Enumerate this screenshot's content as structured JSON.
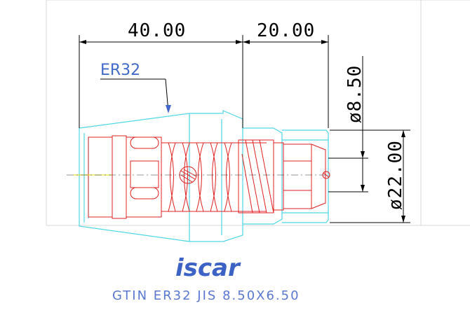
{
  "drawing": {
    "dimensions": {
      "overall_length": "40.00",
      "shank_length": "20.00",
      "tap_diameter": "ø8.50",
      "body_diameter": "ø22.00"
    },
    "collet_label": "ER32",
    "logo_text": "iscar",
    "caption": "GTIN ER32 JIS 8.50X6.50"
  },
  "colors": {
    "background": "#ffffff",
    "frame": "#d4dbd3",
    "outline": "#4fd6e6",
    "inner_part": "#e02020",
    "dimension_line": "#000000",
    "label": "#4169c8",
    "center_line": "#e8e000"
  }
}
